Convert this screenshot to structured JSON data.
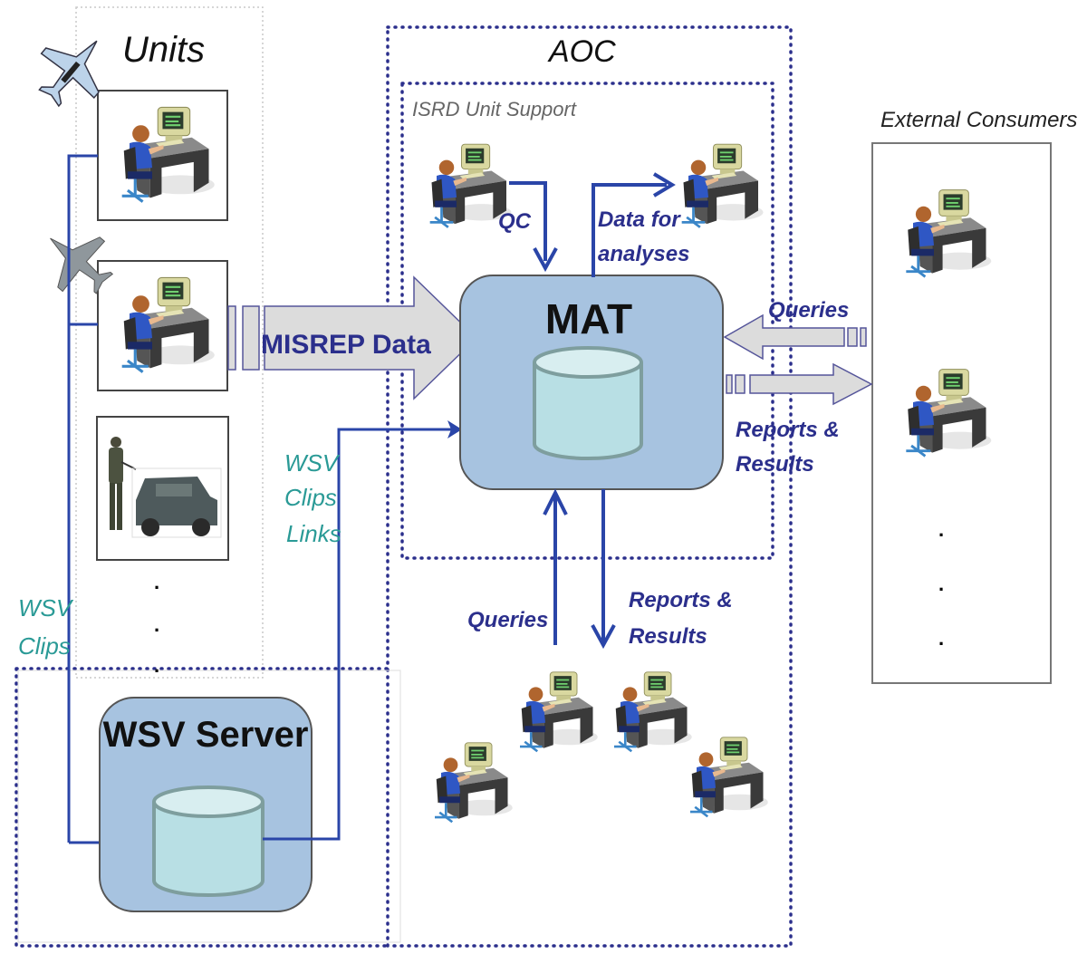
{
  "colors": {
    "flow_blue": "#2a45a8",
    "label_navy": "#2b2f8c",
    "label_teal": "#2a9a96",
    "dotted_border": "#2b2f8c",
    "server_fill": "#a7c3e0",
    "db_fill": "#b8dfe4",
    "db_top": "#d8eef0",
    "db_stroke": "#7e9e9e",
    "arrow_fill": "#dcdcdc",
    "arrow_stroke": "#55559a"
  },
  "groups": {
    "units": {
      "title": "Units"
    },
    "aoc": {
      "title": "AOC"
    },
    "isrd": {
      "title": "ISRD Unit Support"
    },
    "external": {
      "title": "External Consumers"
    }
  },
  "servers": {
    "mat": {
      "title": "MAT"
    },
    "wsv": {
      "title": "WSV Server"
    }
  },
  "flows": {
    "misrep": "MISREP Data",
    "qc": "QC",
    "data_for_1": "Data for",
    "data_for_2": "analyses",
    "queries_ext": "Queries",
    "reports_ext_1": "Reports &",
    "reports_ext_2": "Results",
    "queries_local": "Queries",
    "reports_local_1": "Reports &",
    "reports_local_2": "Results",
    "wsv_clips_links_1": "WSV",
    "wsv_clips_links_2": "Clips",
    "wsv_clips_links_3": "Links",
    "wsv_clips_1": "WSV",
    "wsv_clips_2": "Clips"
  },
  "icons": {
    "workstation": "workstation-icon",
    "fighter_jet": "fighter-jet-icon",
    "soldier_vehicle": "soldier-humvee-icon",
    "database": "database-icon"
  },
  "ellipsis": {
    "units": ".",
    "external": "."
  }
}
